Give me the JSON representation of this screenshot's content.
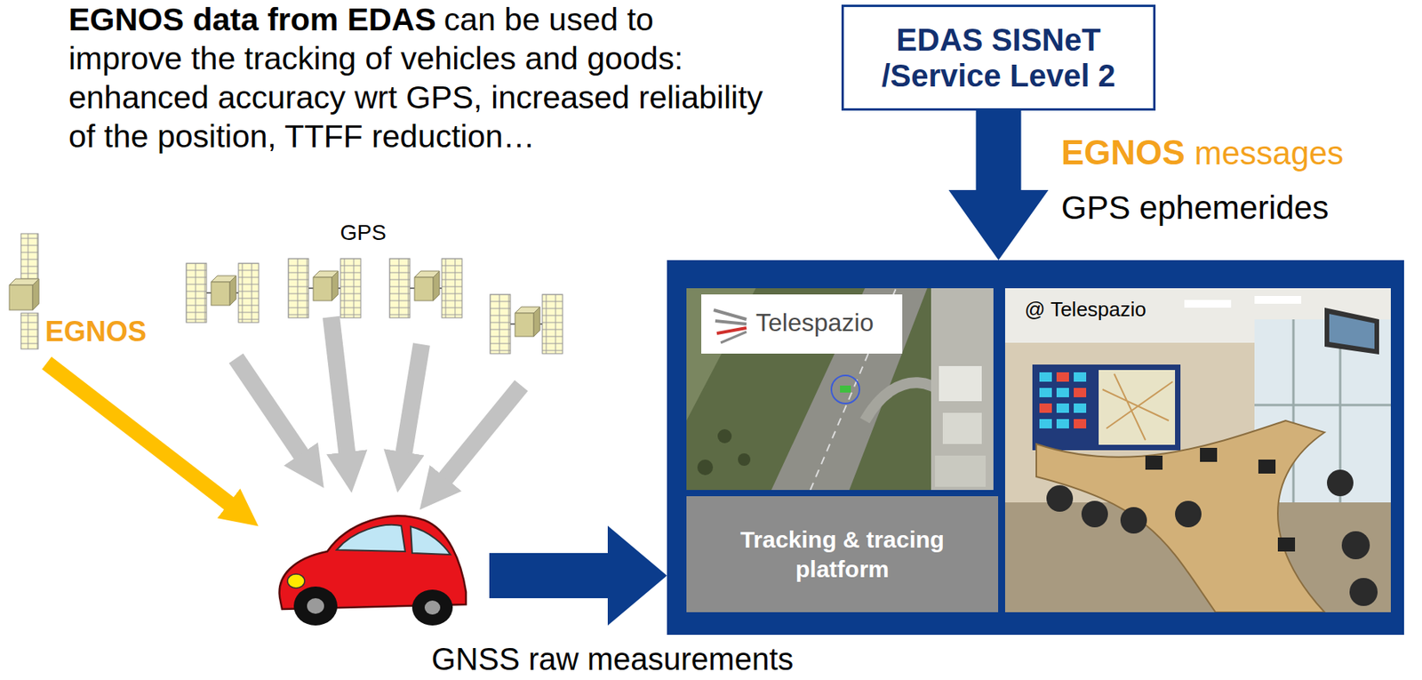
{
  "diagram": {
    "nodes": [
      {
        "text": [
          "EDAS SISNeT /Service Level 2"
        ]
      },
      {
        "text": []
      },
      {
        "text": [
          "Tracking & tracing platform"
        ],
        "in": 1
      }
    ],
    "edges": [
      {
        "from": 0,
        "to": 1,
        "arrow": "to"
      }
    ],
    "labels": [
      "EGNOS data from EDAS",
      "can be used to improve the tracking of vehicles and goods: enhanced accuracy wrt GPS, increased reliability of the position, TTFF reduction…",
      "EGNOS",
      "messages",
      "GPS ephemerides",
      "GPS",
      "EGNOS",
      "Telespazio",
      "@ Telespazio",
      "GNSS raw measurements"
    ]
  }
}
